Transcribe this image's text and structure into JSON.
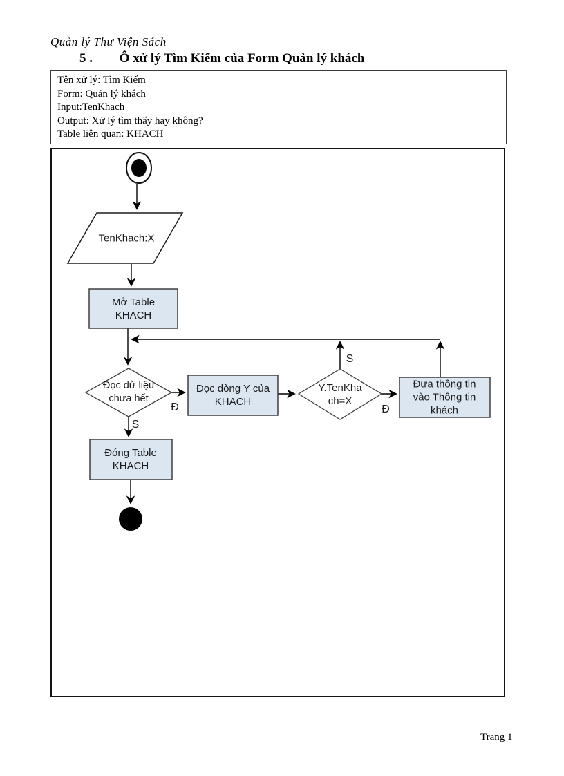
{
  "page": {
    "running_header": "Quản lý Thư Viện Sách",
    "section_number": "5 .",
    "section_title": "Ô xử lý Tìm Kiếm của Form Quản lý khách",
    "footer_page_label": "Trang 1"
  },
  "info_box": {
    "lines": [
      "Tên xử lý: Tìm Kiếm",
      "Form: Quản lý khách",
      "Input:TenKhach",
      "Output: Xử lý tìm thấy hay không?",
      "Table liên quan: KHACH"
    ]
  },
  "flowchart": {
    "nodes": {
      "input_param": {
        "label": "TenKhach:X"
      },
      "open_table": {
        "line1": "Mở Table",
        "line2": "KHACH"
      },
      "read_check": {
        "line1": "Đọc dử liệu",
        "line2": "chưa hết"
      },
      "read_row": {
        "line1": "Đọc dòng Y của",
        "line2": "KHACH"
      },
      "compare": {
        "line1": "Y.TenKha",
        "line2": "ch=X"
      },
      "show_info": {
        "line1": "Đưa thông tin",
        "line2": "vào Thông tin",
        "line3": "khách"
      },
      "close_table": {
        "line1": "Đóng Table",
        "line2": "KHACH"
      }
    },
    "edge_labels": {
      "read_check_true": "Đ",
      "read_check_false": "S",
      "compare_true": "Đ",
      "compare_false": "S"
    },
    "colors": {
      "node_fill": "#dce6f1",
      "node_border": "#3f3f3f",
      "line_color": "#000000"
    }
  }
}
